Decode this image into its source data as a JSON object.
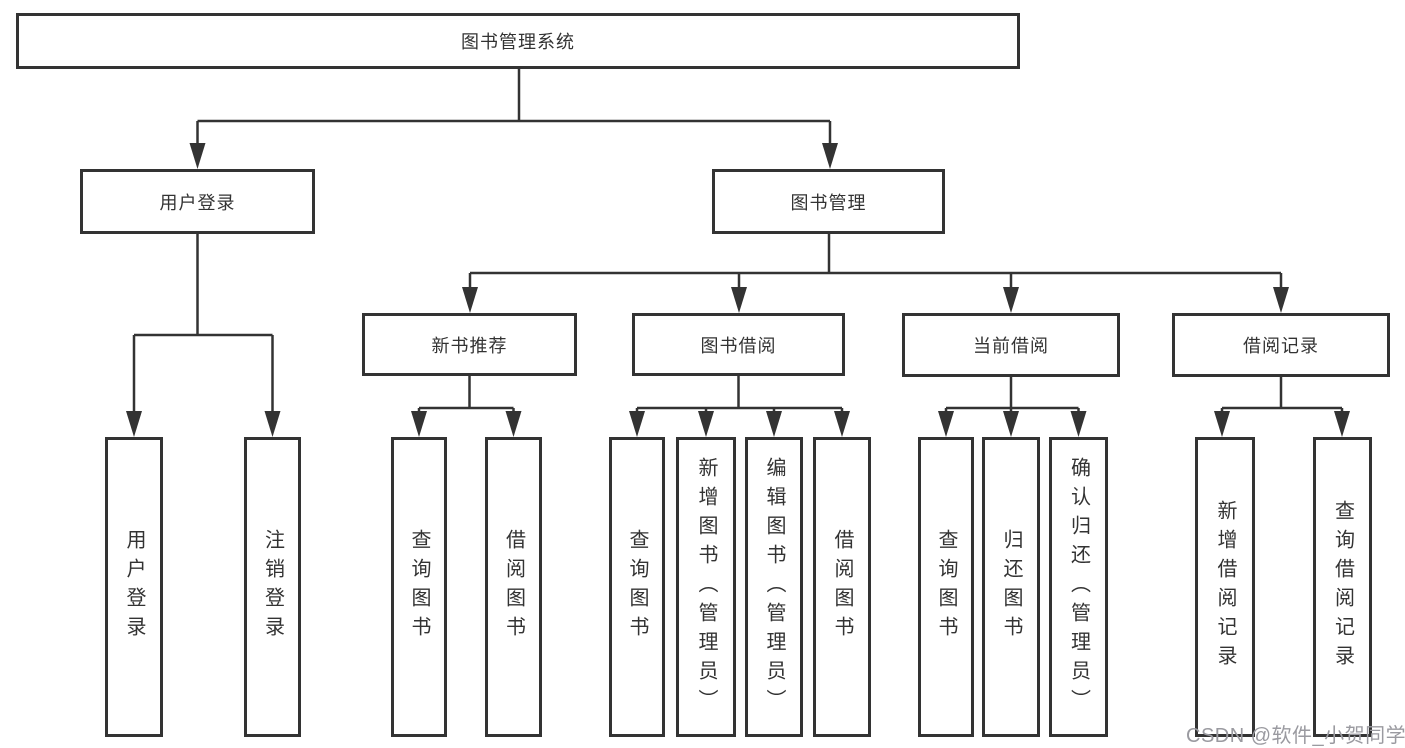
{
  "tree": {
    "label": "图书管理系统",
    "children": [
      {
        "label": "用户登录",
        "children": [
          {
            "label": "用户登录"
          },
          {
            "label": "注销登录"
          }
        ]
      },
      {
        "label": "图书管理",
        "children": [
          {
            "label": "新书推荐",
            "children": [
              {
                "label": "查询图书"
              },
              {
                "label": "借阅图书"
              }
            ]
          },
          {
            "label": "图书借阅",
            "children": [
              {
                "label": "查询图书"
              },
              {
                "label": "新增图书（管理员）"
              },
              {
                "label": "编辑图书（管理员）"
              },
              {
                "label": "借阅图书"
              }
            ]
          },
          {
            "label": "当前借阅",
            "children": [
              {
                "label": "查询图书"
              },
              {
                "label": "归还图书"
              },
              {
                "label": "确认归还（管理员）"
              }
            ]
          },
          {
            "label": "借阅记录",
            "children": [
              {
                "label": "新增借阅记录"
              },
              {
                "label": "查询借阅记录"
              }
            ]
          }
        ]
      }
    ]
  },
  "watermark": "CSDN @软件_小贺同学",
  "colors": {
    "line": "#333333",
    "text": "#333333",
    "watermark": "#9a9aa0",
    "background": "#ffffff"
  }
}
